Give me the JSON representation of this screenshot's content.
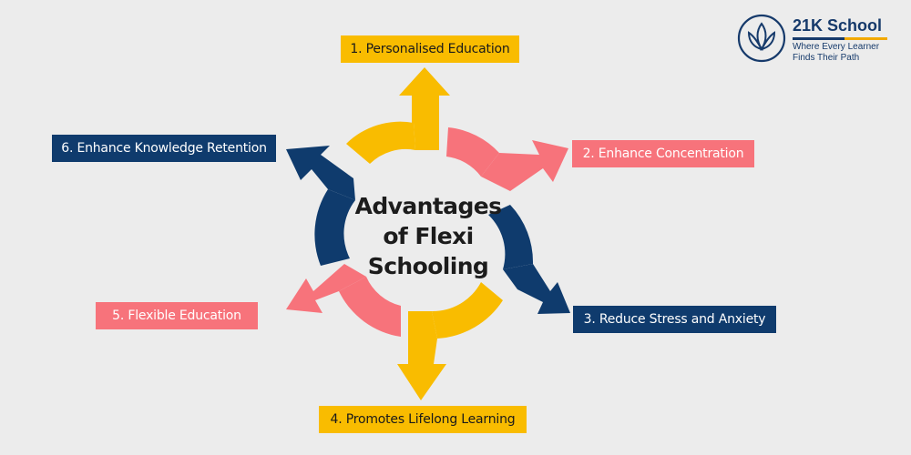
{
  "logo": {
    "name": "21K School",
    "tagline_line1": "Where Every Learner",
    "tagline_line2": "Finds Their Path"
  },
  "center": {
    "line1": "Advantages",
    "line2": "of Flexi",
    "line3": "Schooling"
  },
  "items": [
    {
      "label": "1. Personalised Education",
      "color": "#f9bc00"
    },
    {
      "label": "2. Enhance Concentration",
      "color": "#f7737b"
    },
    {
      "label": "3. Reduce Stress and Anxiety",
      "color": "#0f3b6d"
    },
    {
      "label": "4. Promotes Lifelong Learning",
      "color": "#f9bc00"
    },
    {
      "label": "5. Flexible Education",
      "color": "#f7737b"
    },
    {
      "label": "6. Enhance Knowledge Retention",
      "color": "#0f3b6d"
    }
  ]
}
